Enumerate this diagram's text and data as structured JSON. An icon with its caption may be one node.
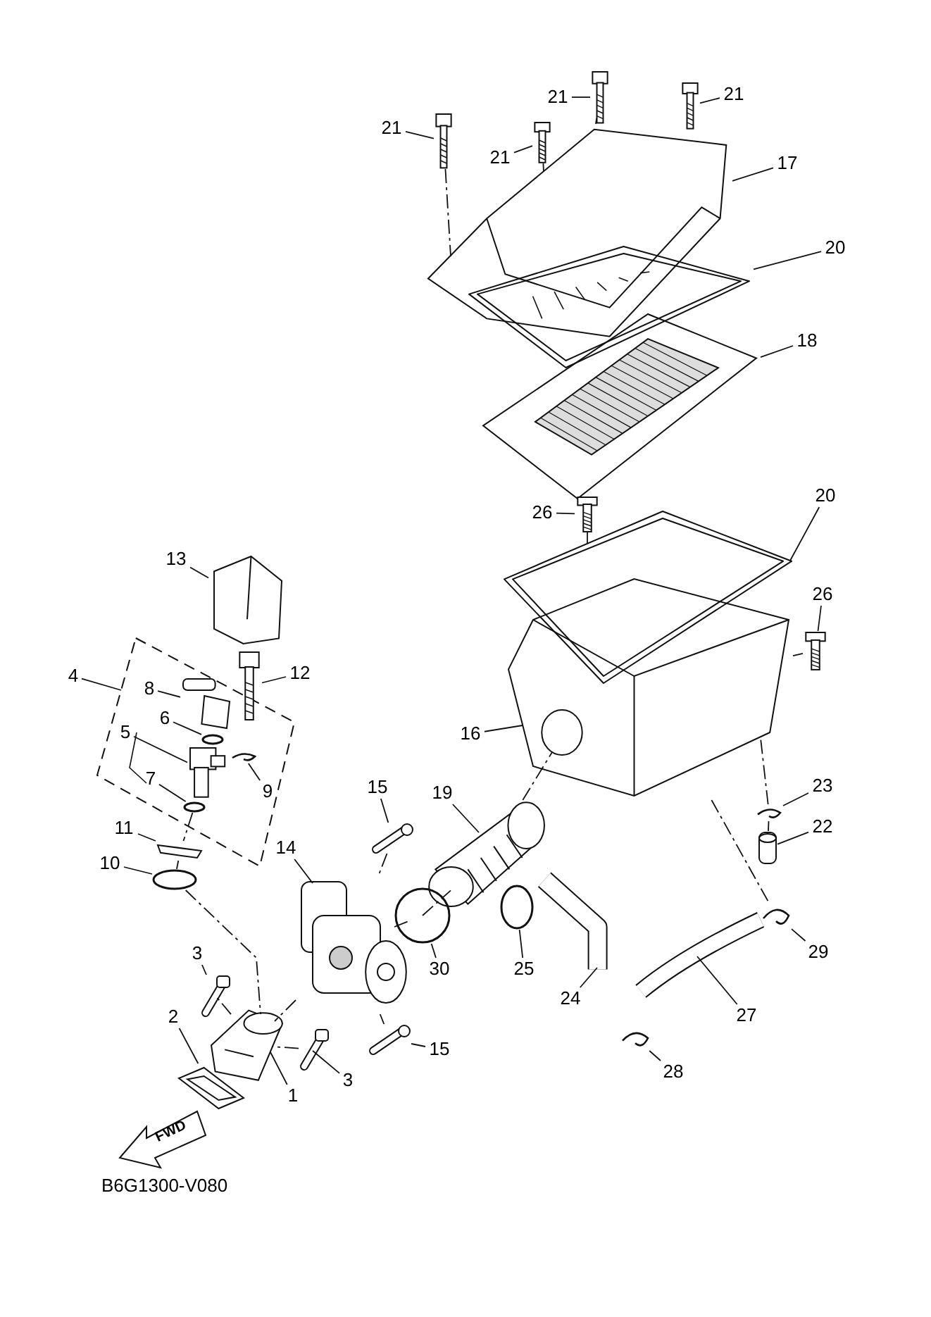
{
  "diagram": {
    "nodes": [
      {
        "text": [
          "21"
        ]
      },
      {
        "text": [],
        "shape": "picture"
      },
      {
        "text": [
          "21"
        ]
      },
      {
        "text": [],
        "shape": "picture"
      },
      {
        "text": [
          "21"
        ]
      },
      {
        "text": [],
        "shape": "picture"
      },
      {
        "text": [
          "21"
        ]
      },
      {
        "text": [],
        "shape": "picture"
      },
      {
        "text": [
          "17"
        ]
      },
      {
        "text": [],
        "shape": "picture"
      },
      {
        "text": [
          "20"
        ]
      },
      {
        "text": [],
        "shape": "picture"
      },
      {
        "text": [
          "18"
        ]
      },
      {
        "text": [],
        "shape": "picture"
      },
      {
        "text": [
          "20"
        ]
      },
      {
        "text": [],
        "shape": "picture"
      },
      {
        "text": [
          "26"
        ]
      },
      {
        "text": [],
        "shape": "picture"
      },
      {
        "text": [
          "13"
        ]
      },
      {
        "text": [],
        "shape": "picture"
      },
      {
        "text": [
          "26"
        ]
      },
      {
        "text": [],
        "shape": "picture"
      },
      {
        "text": [
          "12"
        ]
      },
      {
        "text": [],
        "shape": "picture"
      },
      {
        "text": [
          "4"
        ]
      },
      {
        "text": [],
        "shape": "box"
      },
      {
        "text": [
          "8"
        ],
        "in": 25
      },
      {
        "text": [],
        "shape": "picture",
        "in": 25
      },
      {
        "text": [
          "6"
        ],
        "in": 25
      },
      {
        "text": [],
        "shape": "circle",
        "in": 25
      },
      {
        "text": [
          "5"
        ],
        "in": 25
      },
      {
        "text": [],
        "shape": "picture",
        "in": 25
      },
      {
        "text": [
          "9"
        ],
        "in": 25
      },
      {
        "text": [],
        "shape": "picture",
        "in": 25
      },
      {
        "text": [
          "7"
        ],
        "in": 25
      },
      {
        "text": [],
        "shape": "circle",
        "in": 25
      },
      {
        "text": [
          "16"
        ]
      },
      {
        "text": [],
        "shape": "picture"
      },
      {
        "text": [
          "15"
        ]
      },
      {
        "text": [],
        "shape": "picture"
      },
      {
        "text": [
          "19"
        ]
      },
      {
        "text": [],
        "shape": "picture"
      },
      {
        "text": [
          "23"
        ]
      },
      {
        "text": [],
        "shape": "picture"
      },
      {
        "text": [
          "22"
        ]
      },
      {
        "text": [],
        "shape": "cylinder"
      },
      {
        "text": [
          "11"
        ]
      },
      {
        "text": [],
        "shape": "picture"
      },
      {
        "text": [
          "10"
        ]
      },
      {
        "text": [],
        "shape": "circle"
      },
      {
        "text": [
          "14"
        ]
      },
      {
        "text": [],
        "shape": "picture"
      },
      {
        "text": [
          "3"
        ]
      },
      {
        "text": [],
        "shape": "picture"
      },
      {
        "text": [
          "30"
        ]
      },
      {
        "text": [],
        "shape": "circle"
      },
      {
        "text": [
          "25"
        ]
      },
      {
        "text": [],
        "shape": "circle"
      },
      {
        "text": [
          "29"
        ]
      },
      {
        "text": [],
        "shape": "picture"
      },
      {
        "text": [
          "24"
        ]
      },
      {
        "text": [],
        "shape": "picture"
      },
      {
        "text": [
          "2"
        ]
      },
      {
        "text": [],
        "shape": "picture"
      },
      {
        "text": [
          "27"
        ]
      },
      {
        "text": [],
        "shape": "picture"
      },
      {
        "text": [
          "15"
        ]
      },
      {
        "text": [],
        "shape": "picture"
      },
      {
        "text": [
          "3"
        ]
      },
      {
        "text": [],
        "shape": "picture"
      },
      {
        "text": [
          "28"
        ]
      },
      {
        "text": [],
        "shape": "picture"
      },
      {
        "text": [
          "1"
        ]
      },
      {
        "text": [],
        "shape": "picture"
      }
    ],
    "edges": [
      {
        "from": 0,
        "to": 1,
        "arrow": "none"
      },
      {
        "from": 2,
        "to": 3,
        "arrow": "none"
      },
      {
        "from": 4,
        "to": 5,
        "arrow": "none"
      },
      {
        "from": 6,
        "to": 7,
        "arrow": "none"
      },
      {
        "from": 8,
        "to": 9,
        "arrow": "none"
      },
      {
        "from": 10,
        "to": 11,
        "arrow": "none"
      },
      {
        "from": 12,
        "to": 13,
        "arrow": "none"
      },
      {
        "from": 14,
        "to": 15,
        "arrow": "none"
      },
      {
        "from": 16,
        "to": 17,
        "arrow": "none"
      },
      {
        "from": 18,
        "to": 19,
        "arrow": "none"
      },
      {
        "from": 20,
        "to": 21,
        "arrow": "none"
      },
      {
        "from": 22,
        "to": 23,
        "arrow": "none"
      },
      {
        "from": 24,
        "to": 25,
        "arrow": "none"
      },
      {
        "from": 26,
        "to": 27,
        "arrow": "none"
      },
      {
        "from": 28,
        "to": 29,
        "arrow": "none"
      },
      {
        "from": 30,
        "to": 31,
        "arrow": "none"
      },
      {
        "from": 32,
        "to": 33,
        "arrow": "none"
      },
      {
        "from": 34,
        "to": 35,
        "arrow": "none"
      },
      {
        "from": 36,
        "to": 37,
        "arrow": "none"
      },
      {
        "from": 38,
        "to": 39,
        "arrow": "none"
      },
      {
        "from": 40,
        "to": 41,
        "arrow": "none"
      },
      {
        "from": 42,
        "to": 43,
        "arrow": "none"
      },
      {
        "from": 44,
        "to": 45,
        "arrow": "none"
      },
      {
        "from": 46,
        "to": 47,
        "arrow": "none"
      },
      {
        "from": 48,
        "to": 49,
        "arrow": "none"
      },
      {
        "from": 50,
        "to": 51,
        "arrow": "none"
      },
      {
        "from": 52,
        "to": 53,
        "arrow": "none"
      },
      {
        "from": 54,
        "to": 55,
        "arrow": "none"
      },
      {
        "from": 56,
        "to": 57,
        "arrow": "none"
      },
      {
        "from": 58,
        "to": 59,
        "arrow": "none"
      },
      {
        "from": 60,
        "to": 61,
        "arrow": "none"
      },
      {
        "from": 62,
        "to": 63,
        "arrow": "none"
      },
      {
        "from": 64,
        "to": 65,
        "arrow": "none"
      },
      {
        "from": 66,
        "to": 67,
        "arrow": "none"
      },
      {
        "from": 68,
        "to": 69,
        "arrow": "none"
      },
      {
        "from": 70,
        "to": 71,
        "arrow": "none"
      },
      {
        "from": 72,
        "to": 73,
        "arrow": "none"
      },
      {
        "from": 1,
        "to": 9,
        "arrow": "none",
        "style": "dashed"
      },
      {
        "from": 5,
        "to": 9,
        "arrow": "none",
        "style": "dashed"
      },
      {
        "from": 7,
        "to": 9,
        "arrow": "none",
        "style": "dashed"
      },
      {
        "from": 17,
        "to": 15,
        "arrow": "none",
        "style": "dashed"
      },
      {
        "from": 21,
        "to": 37,
        "arrow": "none",
        "style": "dashed"
      },
      {
        "from": 35,
        "to": 47,
        "arrow": "none",
        "style": "dashed"
      },
      {
        "from": 47,
        "to": 49,
        "arrow": "none",
        "style": "dashed"
      },
      {
        "from": 49,
        "to": 73,
        "arrow": "none",
        "style": "dashed"
      },
      {
        "from": 53,
        "to": 73,
        "arrow": "none",
        "style": "dashed"
      },
      {
        "from": 69,
        "to": 73,
        "arrow": "none",
        "style": "dashed"
      },
      {
        "from": 51,
        "to": 73,
        "arrow": "none",
        "style": "dashed"
      },
      {
        "from": 39,
        "to": 51,
        "arrow": "none",
        "style": "dashed"
      },
      {
        "from": 67,
        "to": 51,
        "arrow": "none",
        "style": "dashed"
      },
      {
        "from": 55,
        "to": 51,
        "arrow": "none",
        "style": "dashed"
      },
      {
        "from": 41,
        "to": 55,
        "arrow": "none",
        "style": "dashed"
      },
      {
        "from": 41,
        "to": 37,
        "arrow": "none",
        "style": "dashed"
      },
      {
        "from": 37,
        "to": 59,
        "arrow": "none",
        "style": "dashed"
      },
      {
        "from": 45,
        "to": 43,
        "arrow": "none",
        "style": "dashed"
      },
      {
        "from": 43,
        "to": 37,
        "arrow": "none",
        "style": "dashed"
      }
    ],
    "labels": [
      "FWD",
      "B6G1300-V080"
    ]
  }
}
